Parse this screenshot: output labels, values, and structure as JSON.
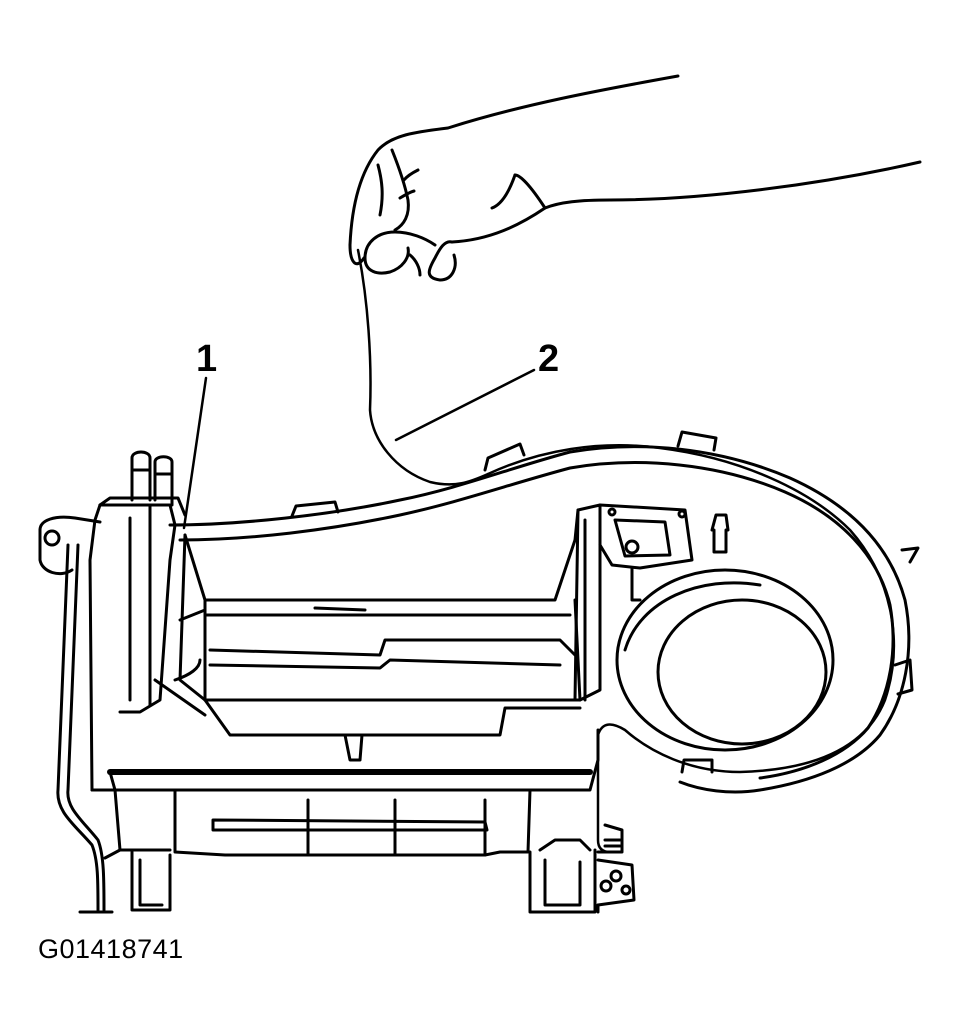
{
  "callouts": [
    {
      "label": "1"
    },
    {
      "label": "2"
    }
  ],
  "figure_id": "G01418741",
  "colors": {
    "line": "#000000",
    "background": "#ffffff"
  }
}
